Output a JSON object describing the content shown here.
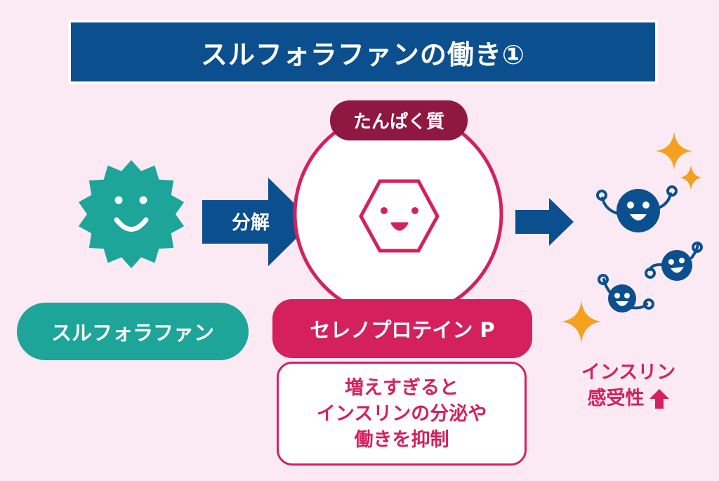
{
  "title": "スルフォラファンの働き①",
  "sulforaphane_label": "スルフォラファン",
  "decompose_label": "分解",
  "protein_label": "たんぱく質",
  "selenoprotein_label": "セレノプロテイン P",
  "note_lines": [
    "増えすぎると",
    "インスリンの分泌や",
    "働きを抑制"
  ],
  "insulin_lines": [
    "インスリン",
    "感受性"
  ],
  "icons": {
    "sulforaphane": "smiling-gear-icon",
    "protein": "smiling-hexagon-icon",
    "insulin": "smiling-molecule-icon",
    "sparkle": "sparkle-icon",
    "up": "up-arrow-icon"
  },
  "colors": {
    "background": "#fbeaf3",
    "title_bg": "#0c4f8e",
    "arrow": "#0c4f8e",
    "teal": "#1da59a",
    "pink": "#d4215e",
    "dark_pink": "#8f1840",
    "sparkle": "#f3a11f",
    "molecule": "#0c4f8e"
  }
}
